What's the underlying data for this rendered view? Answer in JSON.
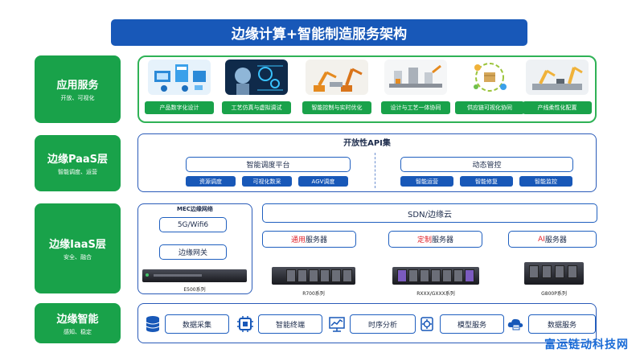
{
  "title": "边缘计算+智能制造服务架构",
  "layers": [
    {
      "title": "应用服务",
      "subtitle": "开放、可视化"
    },
    {
      "title": "边缘PaaS层",
      "subtitle": "智能调度、运营"
    },
    {
      "title": "边缘IaaS层",
      "subtitle": "安全、融合"
    },
    {
      "title": "边缘智能",
      "subtitle": "感知、稳定"
    }
  ],
  "apps": [
    {
      "label": "产品数字化设计",
      "icon": "digital-design-icon"
    },
    {
      "label": "工艺仿真与虚拟调试",
      "icon": "process-simulation-icon"
    },
    {
      "label": "智能控制与实时优化",
      "icon": "robot-arm-icon"
    },
    {
      "label": "设计与工艺一体协同",
      "icon": "assembly-line-icon"
    },
    {
      "label": "供应链可视化协同",
      "icon": "supply-chain-icon"
    },
    {
      "label": "产线柔性化配置",
      "icon": "flexible-line-icon"
    }
  ],
  "paas": {
    "api_title": "开放性API集",
    "scheduling": {
      "title": "智能调度平台",
      "items": [
        "资源调度",
        "可视化数采",
        "AGV调度"
      ]
    },
    "control": {
      "title": "动态管控",
      "items": [
        "智能运营",
        "智能修复",
        "智能监控"
      ]
    }
  },
  "iaas": {
    "mec_title": "MEC边缘网络",
    "mec_items": [
      "5G/Wifi6",
      "边缘网关"
    ],
    "mec_device": "E500系列",
    "sdn": "SDN/边缘云",
    "servers": [
      {
        "prefix": "通用",
        "suffix": "服务器",
        "model": "R700系列"
      },
      {
        "prefix": "定制",
        "suffix": "服务器",
        "model": "RXXX/GXXX系列"
      },
      {
        "prefix": "AI",
        "suffix": "服务器",
        "model": "G800P系列"
      }
    ]
  },
  "edge": [
    {
      "label": "数据采集",
      "icon": "database-icon"
    },
    {
      "label": "智能终端",
      "icon": "terminal-chip-icon"
    },
    {
      "label": "时序分析",
      "icon": "timeseries-icon"
    },
    {
      "label": "模型服务",
      "icon": "model-service-icon"
    },
    {
      "label": "数据服务",
      "icon": "data-cloud-icon"
    }
  ],
  "watermark": "富运链动科技网",
  "colors": {
    "brand_blue": "#1858b8",
    "brand_green": "#19a24a",
    "accent_red": "#e0232b"
  }
}
